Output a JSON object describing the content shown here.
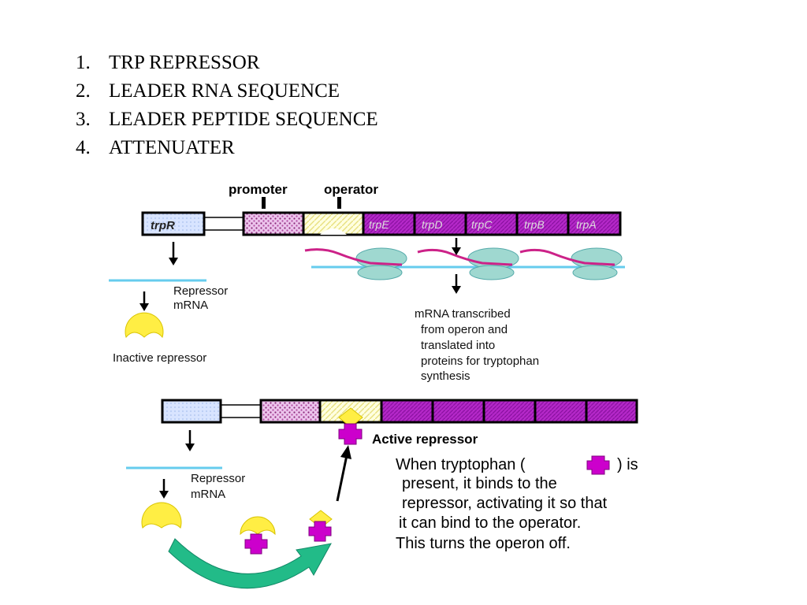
{
  "list": [
    {
      "num": "1.",
      "text": "TRP REPRESSOR"
    },
    {
      "num": "2.",
      "text": "LEADER RNA SEQUENCE"
    },
    {
      "num": "3.",
      "text": "LEADER PEPTIDE SEQUENCE"
    },
    {
      "num": "4.",
      "text": "ATTENUATER"
    }
  ],
  "top": {
    "promoter": "promoter",
    "operator": "operator",
    "genes": [
      "trpR",
      "trpE",
      "trpD",
      "trpC",
      "trpB",
      "trpA"
    ],
    "repressor_mrna": [
      "Repressor",
      "mRNA"
    ],
    "inactive_repressor": "Inactive repressor",
    "operon_caption": [
      "mRNA transcribed",
      "from operon and",
      "translated into",
      "proteins for tryptophan",
      "synthesis"
    ]
  },
  "bottom": {
    "active_repressor": "Active repressor",
    "repressor_mrna": [
      "Repressor",
      "mRNA"
    ],
    "caption": [
      {
        "a": "When tryptophan (",
        "b": ") is"
      },
      "present, it binds to the",
      "repressor, activating it so that",
      "it can bind to the operator.",
      "This turns the operon off."
    ]
  },
  "colors": {
    "gene_purple": "#a020c0",
    "repressor_box": "#c8d8ff",
    "promoter_pink": "#e8b8e8",
    "operator_yellow": "#ffffc0",
    "repressor_yellow": "#ffee44",
    "tryptophan": "#cc00cc",
    "mrna_cyan": "#66ccee",
    "ribosome_teal": "#9fd8d0",
    "arrow_green": "#22bb88"
  }
}
